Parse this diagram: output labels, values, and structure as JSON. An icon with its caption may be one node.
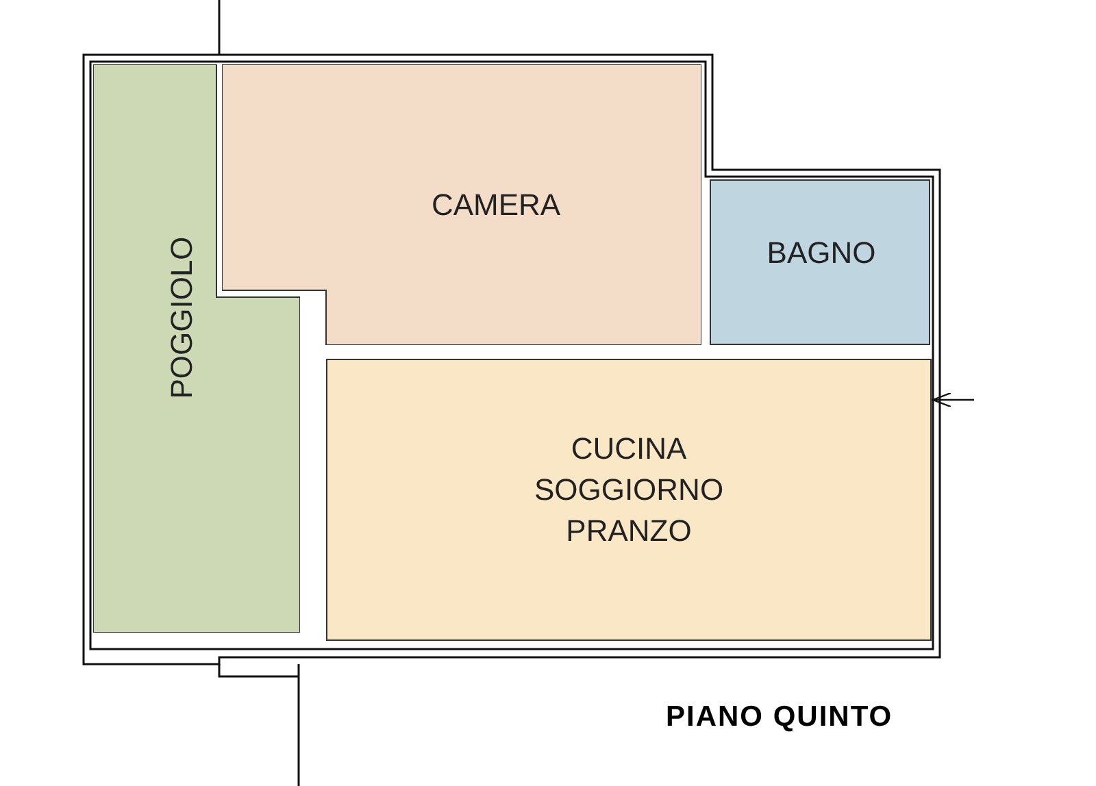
{
  "diagram": {
    "title": "PIANO QUINTO",
    "nodes": [
      {
        "text": [
          "POGGIOLO"
        ]
      },
      {
        "text": [
          "CAMERA"
        ]
      },
      {
        "text": [
          "BAGNO"
        ]
      },
      {
        "text": [
          "CUCINA SOGGIORNO PRANZO"
        ]
      }
    ],
    "edges": [
      {
        "from": null,
        "to": 3,
        "arrow": "to"
      }
    ]
  }
}
